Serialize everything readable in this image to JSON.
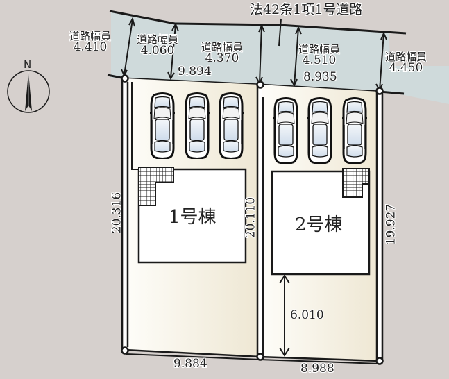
{
  "road": {
    "title": "法42条1項1号道路",
    "width_label": "道路幅員",
    "widths": [
      "4.410",
      "4.060",
      "4.370",
      "4.510",
      "4.450"
    ]
  },
  "compass": {
    "north_label": "N"
  },
  "lots": [
    {
      "name": "1号棟",
      "front_width": "9.894",
      "rear_width": "9.884",
      "left_depth": "20.316",
      "right_depth": "20.110",
      "parking_spaces": 3
    },
    {
      "name": "2号棟",
      "front_width": "8.935",
      "rear_width": "8.988",
      "right_depth": "19.927",
      "setback": "6.010",
      "parking_spaces": 3
    }
  ],
  "colors": {
    "background": "#d6d0cd",
    "road": "#cfdadb",
    "lot_fill_light": "#fdfcf7",
    "lot_fill_dark": "#efe9d6",
    "line": "#1a1a1a",
    "car_glass": "#dbe6f0"
  }
}
